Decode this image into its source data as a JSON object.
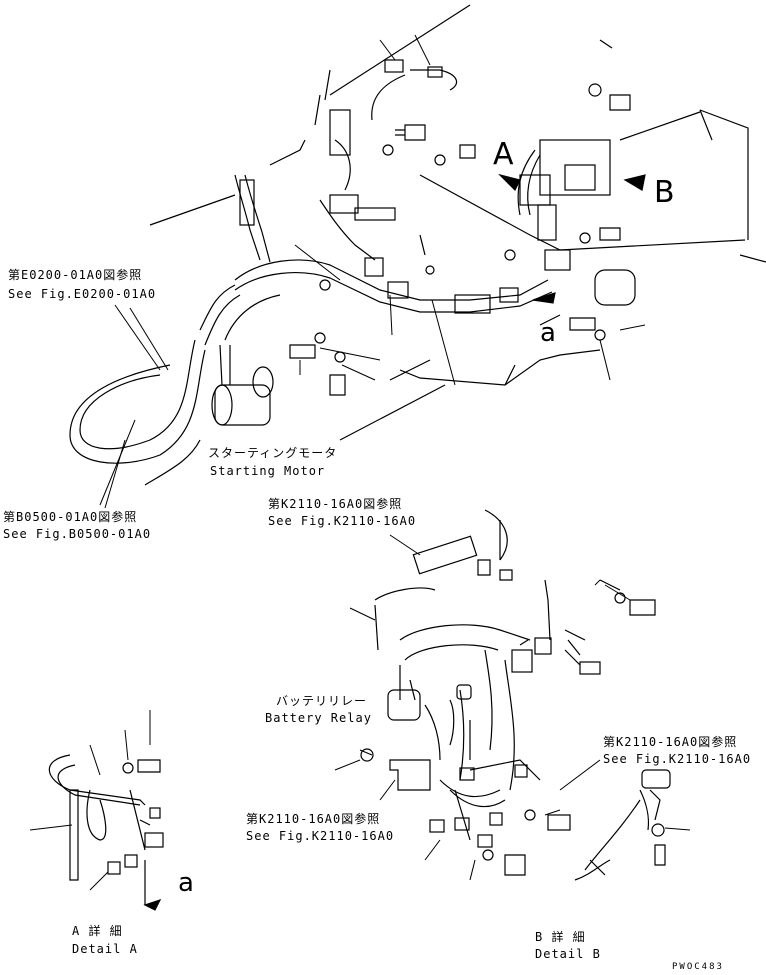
{
  "labels": {
    "ref_e0200_jp": "第E0200-01A0図参照",
    "ref_e0200_en": "See Fig.E0200-01A0",
    "ref_b0500_jp": "第B0500-01A0図参照",
    "ref_b0500_en": "See Fig.B0500-01A0",
    "starting_motor_jp": "スターティングモータ",
    "starting_motor_en": "Starting Motor",
    "ref_k2110_top_jp": "第K2110-16A0図参照",
    "ref_k2110_top_en": "See Fig.K2110-16A0",
    "battery_relay_jp": "バッテリリレー",
    "battery_relay_en": "Battery Relay",
    "ref_k2110_right_jp": "第K2110-16A0図参照",
    "ref_k2110_right_en": "See Fig.K2110-16A0",
    "ref_k2110_mid_jp": "第K2110-16A0図参照",
    "ref_k2110_mid_en": "See Fig.K2110-16A0",
    "detail_a_jp": "A 詳 細",
    "detail_a_en": "Detail A",
    "detail_b_jp": "B 詳 細",
    "detail_b_en": "Detail B",
    "callout_a_upper": "A",
    "callout_b_upper": "B",
    "callout_a_lower_1": "a",
    "callout_a_lower_2": "a",
    "drawing_code": "PWOC483"
  }
}
